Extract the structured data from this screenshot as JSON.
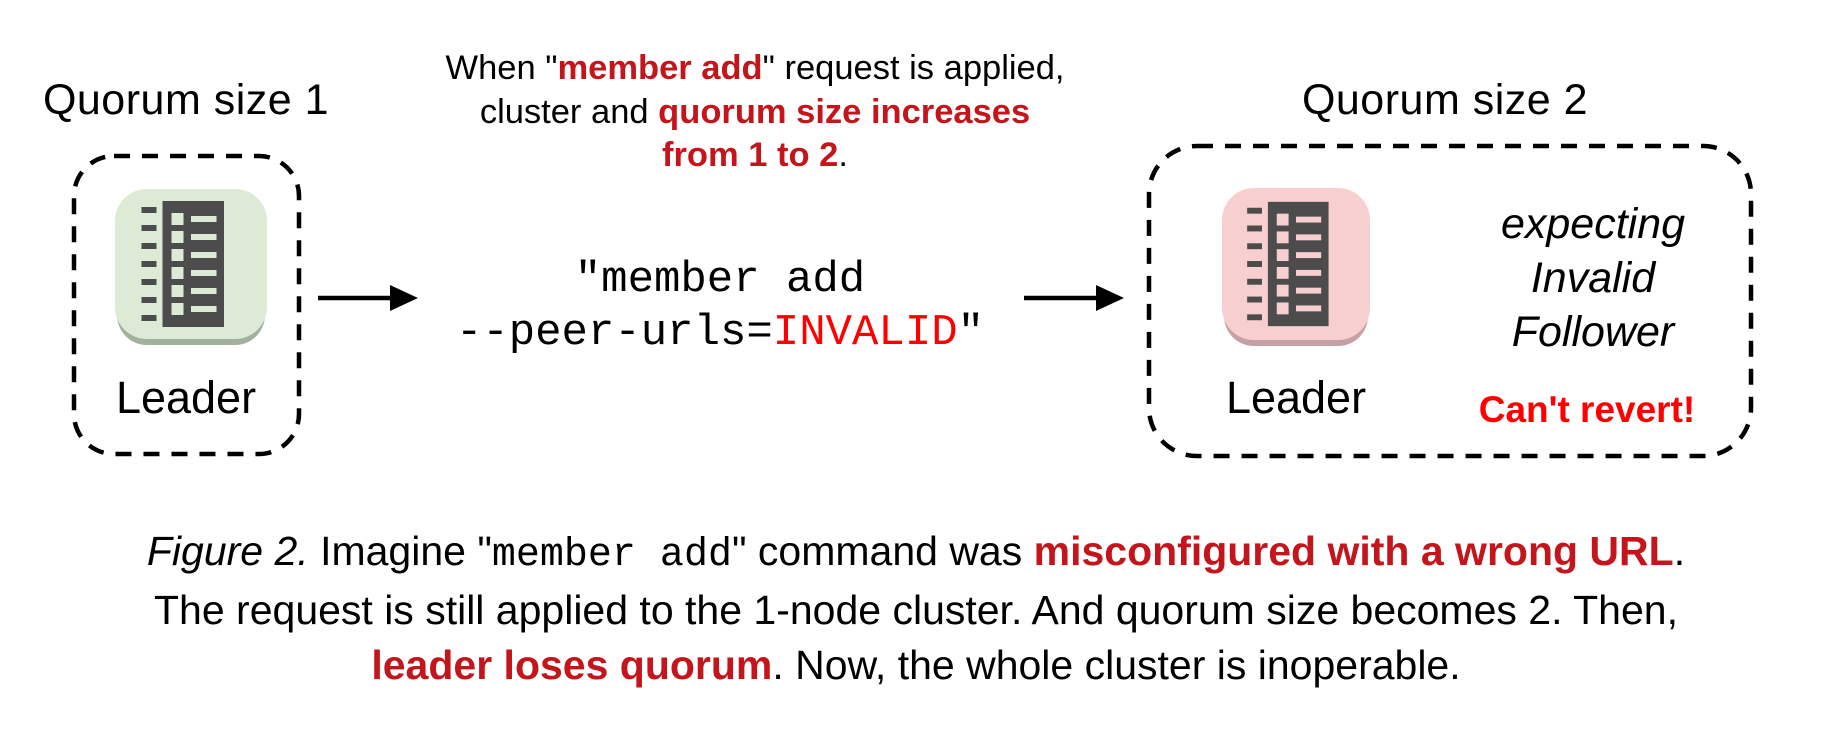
{
  "colors": {
    "dark_red": "#c3151b",
    "bright_red": "#ff0000",
    "icon_dark": "#4c4c4c",
    "green_bg": "#dcead6",
    "green_shadow": "#a2b19e",
    "pink_bg": "#f8cfd0",
    "pink_shadow": "#c5a0a4"
  },
  "left_cluster": {
    "title": "Quorum size 1",
    "node_label": "Leader"
  },
  "right_cluster": {
    "title": "Quorum size 2",
    "node_label": "Leader",
    "expecting_lines": [
      "expecting",
      "Invalid",
      "Follower"
    ],
    "warning": "Can't revert!"
  },
  "top_note": {
    "line1_prefix": "When \"",
    "line1_red": "member add",
    "line1_suffix": "\" request is applied,",
    "line2_prefix": "cluster and ",
    "line2_red": "quorum size increases",
    "line3_red": "from 1 to 2",
    "line3_suffix": "."
  },
  "command": {
    "line1": "\"member add",
    "line2_prefix": "--peer-urls=",
    "line2_invalid": "INVALID",
    "line2_suffix": "\""
  },
  "caption": {
    "line1_figure": "Figure 2.",
    "line1_after_figure": " Imagine ",
    "line1_open_quote": "\"",
    "line1_code": "member add",
    "line1_close_quote": "\"",
    "line1_mid": " command was ",
    "line1_red": "misconfigured with a wrong URL",
    "line1_end": ".",
    "line2": "The request is still applied to the 1-node cluster. And quorum size becomes 2. Then,",
    "line3_red": "leader loses quorum",
    "line3_rest": ". Now, the whole cluster is inoperable."
  }
}
